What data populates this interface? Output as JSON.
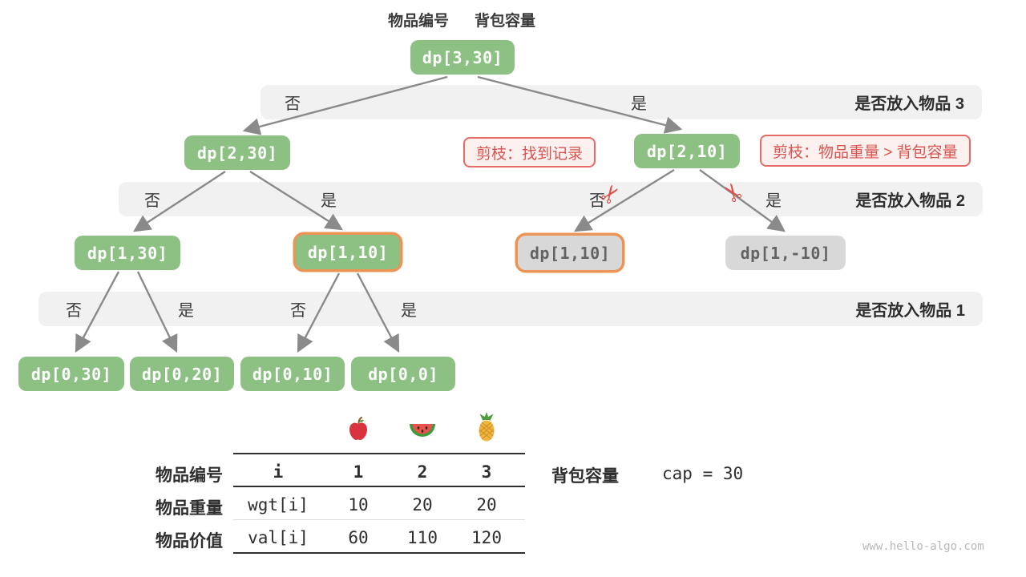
{
  "page": {
    "top_labels": {
      "item": "物品编号",
      "capacity": "背包容量"
    },
    "watermark": "www.hello-algo.com"
  },
  "icons": {
    "scissors": "✂"
  },
  "nodes": {
    "root": "dp[3,30]",
    "l2_no": "dp[2,30]",
    "l2_yes": "dp[2,10]",
    "l3_no_no": "dp[1,30]",
    "l3_no_yes": "dp[1,10]",
    "l3_yes_no": "dp[1,10]",
    "l3_yes_yes": "dp[1,-10]",
    "l4_1": "dp[0,30]",
    "l4_2": "dp[0,20]",
    "l4_3": "dp[0,10]",
    "l4_4": "dp[0,0]"
  },
  "bands": [
    {
      "no1": "否",
      "yes1": "是",
      "right": "是否放入物品 3"
    },
    {
      "no1": "否",
      "yes1": "是",
      "no2": "否",
      "yes2": "是",
      "right": "是否放入物品 2"
    },
    {
      "no1": "否",
      "yes1": "是",
      "no2": "否",
      "yes2": "是",
      "right": "是否放入物品 1"
    }
  ],
  "prune": {
    "found_record": "剪枝：找到记录",
    "over_capacity": "剪枝：物品重量 > 背包容量"
  },
  "table": {
    "header": {
      "label": "物品编号",
      "code": "i",
      "c1": "1",
      "c2": "2",
      "c3": "3"
    },
    "weight": {
      "label": "物品重量",
      "code": "wgt[i]",
      "c1": "10",
      "c2": "20",
      "c3": "20"
    },
    "value": {
      "label": "物品价值",
      "code": "val[i]",
      "c1": "60",
      "c2": "110",
      "c3": "120"
    },
    "fruits": [
      "apple",
      "watermelon",
      "pineapple"
    ]
  },
  "capacity": {
    "label": "背包容量",
    "value": "cap = 30"
  },
  "colors": {
    "node_green": "#8dc183",
    "node_gray": "#d8d8d8",
    "highlight_orange": "#ed9354",
    "prune_red": "#d9534f",
    "band_gray": "#f1f1f2",
    "arrow_gray": "#8a8a8a"
  }
}
